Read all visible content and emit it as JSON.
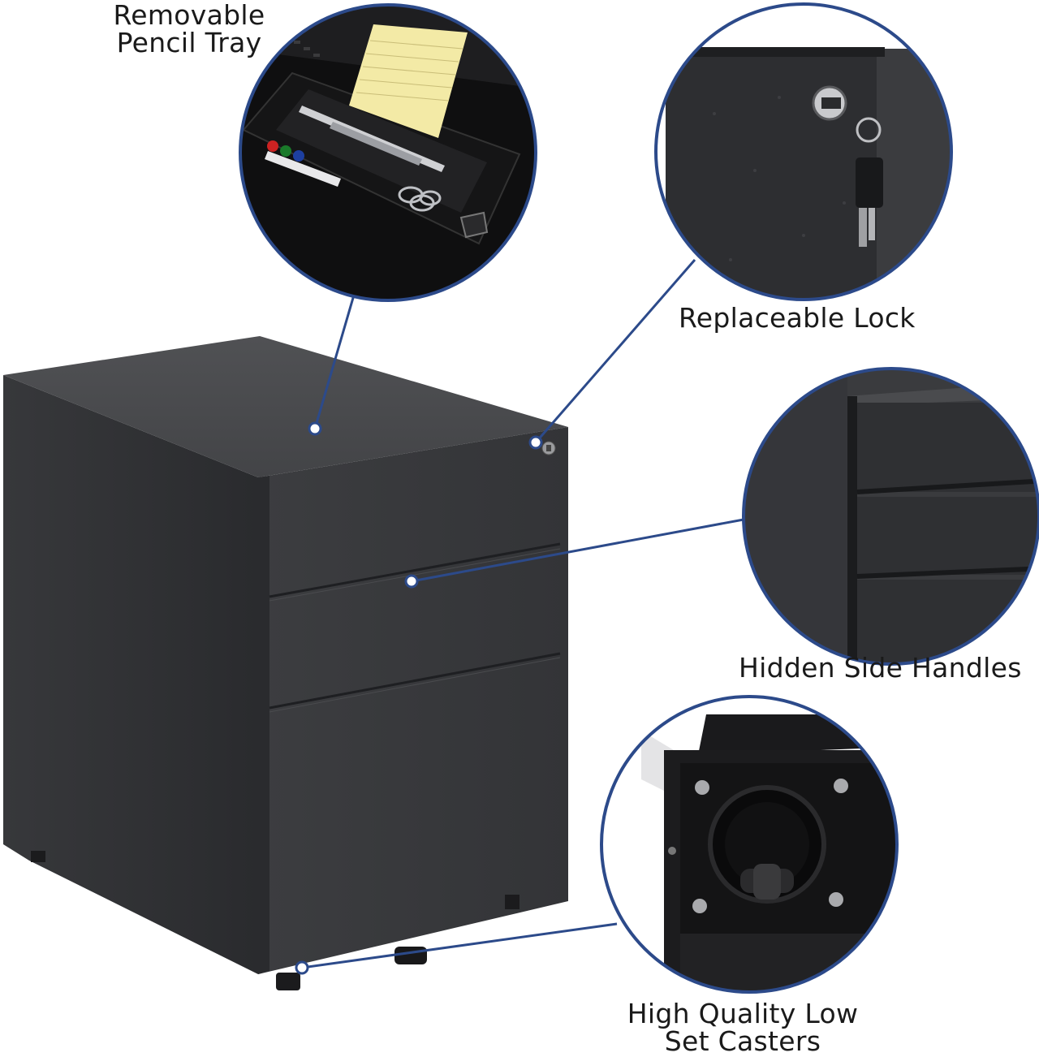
{
  "callouts": {
    "pencil_tray": {
      "line1": "Removable",
      "line2": "Pencil Tray"
    },
    "lock": {
      "label": "Replaceable Lock"
    },
    "handles": {
      "label": "Hidden Side Handles"
    },
    "casters": {
      "line1": "High Quality Low",
      "line2": "Set Casters"
    }
  },
  "colors": {
    "accent_line": "#2c4a8a",
    "cabinet_dark": "#3a3b3e",
    "cabinet_side": "#2b2c2f",
    "cabinet_top": "#4a4b4e",
    "background": "#ffffff"
  }
}
